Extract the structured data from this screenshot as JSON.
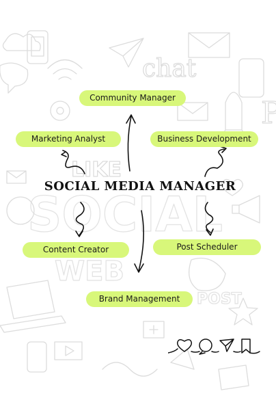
{
  "diagram": {
    "title": "SOCIAL MEDIA MANAGER",
    "nodes": {
      "community": "Community Manager",
      "marketing": "Marketing Analyst",
      "business": "Business Development",
      "content": "Content Creator",
      "scheduler": "Post Scheduler",
      "brand": "Brand Management"
    },
    "colors": {
      "pill": "#d8f77a",
      "text": "#1a1a1a",
      "doodle": "#d9d9d9",
      "arrow": "#111111"
    },
    "icons": [
      "heart-icon",
      "comment-icon",
      "send-icon",
      "bookmark-icon"
    ]
  }
}
